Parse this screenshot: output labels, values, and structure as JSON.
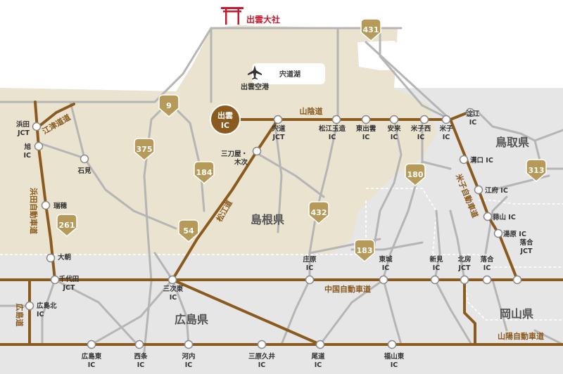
{
  "colors": {
    "background": "#e6e6e6",
    "shimane_land": "#e9e3cf",
    "sea_lake": "#ffffff",
    "road": "#b5b5b5",
    "expressway": "#8a5a1e",
    "route_shield": "#b59a59",
    "highlight_ic": "#8a5a1e",
    "shrine": "#c8182b"
  },
  "landmarks": {
    "shrine": "出雲大社",
    "airport": "出雲空港",
    "lake": "宍道湖"
  },
  "prefectures": {
    "shimane": "島根県",
    "tottori": "鳥取県",
    "hiroshima": "広島県",
    "okayama": "岡山県"
  },
  "expressways": {
    "sanin": "山陰道",
    "chugoku": "中国自動車道",
    "sanyo": "山陽自動車道",
    "matsue": "松江道",
    "yonago": "米子自動車道",
    "hamada": "浜田自動車道",
    "gotsu": "江津道道",
    "hiroshima_road": "広島道"
  },
  "routes": [
    "431",
    "9",
    "375",
    "184",
    "54",
    "180",
    "432",
    "183",
    "261",
    "313"
  ],
  "highlight_ic": {
    "line1": "出雲",
    "line2": "IC"
  },
  "interchanges": {
    "shinji": {
      "line1": "宍道",
      "line2": "JCT"
    },
    "matsue_tamatsukuri": {
      "line1": "松江玉造",
      "line2": "IC"
    },
    "higashi_izumo": {
      "line1": "東出雲",
      "line2": "IC"
    },
    "yasugi": {
      "line1": "安来",
      "line2": "IC"
    },
    "yonago_nishi": {
      "line1": "米子西",
      "line2": "IC"
    },
    "yonago": {
      "line1": "米子",
      "line2": "IC"
    },
    "yodoe": {
      "line1": "淀江",
      "line2": "IC"
    },
    "mizoguchi": {
      "line1": "溝口 IC",
      "line2": ""
    },
    "kofu": {
      "line1": "江府 IC",
      "line2": ""
    },
    "hiruzen": {
      "line1": "蒜山 IC",
      "line2": ""
    },
    "yubara": {
      "line1": "湯原 IC",
      "line2": ""
    },
    "ochiai_jct": {
      "line1": "落合",
      "line2": "JCT"
    },
    "ochiai": {
      "line1": "落合",
      "line2": "IC"
    },
    "hokubo": {
      "line1": "北房",
      "line2": "JCT"
    },
    "niimi": {
      "line1": "新見",
      "line2": "IC"
    },
    "tojo": {
      "line1": "東城",
      "line2": "IC"
    },
    "shobara": {
      "line1": "庄原",
      "line2": "IC"
    },
    "miyoshi_higashi": {
      "line1": "三次東",
      "line2": "IC"
    },
    "mitoya": {
      "line1": "三刀屋・",
      "line2": "木次"
    },
    "hamada_jct": {
      "line1": "浜田",
      "line2": "JCT"
    },
    "asahi": {
      "line1": "旭",
      "line2": "IC"
    },
    "iwami": {
      "line1": "石見",
      "line2": ""
    },
    "mizuho": {
      "line1": "瑞穂",
      "line2": ""
    },
    "omasa": {
      "line1": "大朝",
      "line2": ""
    },
    "chiyoda": {
      "line1": "千代田",
      "line2": "JCT"
    },
    "hiroshima_kita": {
      "line1": "広島北",
      "line2": "IC"
    },
    "hiroshima_higashi": {
      "line1": "広島東",
      "line2": "IC"
    },
    "saijo": {
      "line1": "西条",
      "line2": "IC"
    },
    "kouchi": {
      "line1": "河内",
      "line2": "IC"
    },
    "mihara_kui": {
      "line1": "三原久井",
      "line2": "IC"
    },
    "onomichi": {
      "line1": "尾道",
      "line2": "IC"
    },
    "fukuyama_higashi": {
      "line1": "福山東",
      "line2": "IC"
    }
  }
}
